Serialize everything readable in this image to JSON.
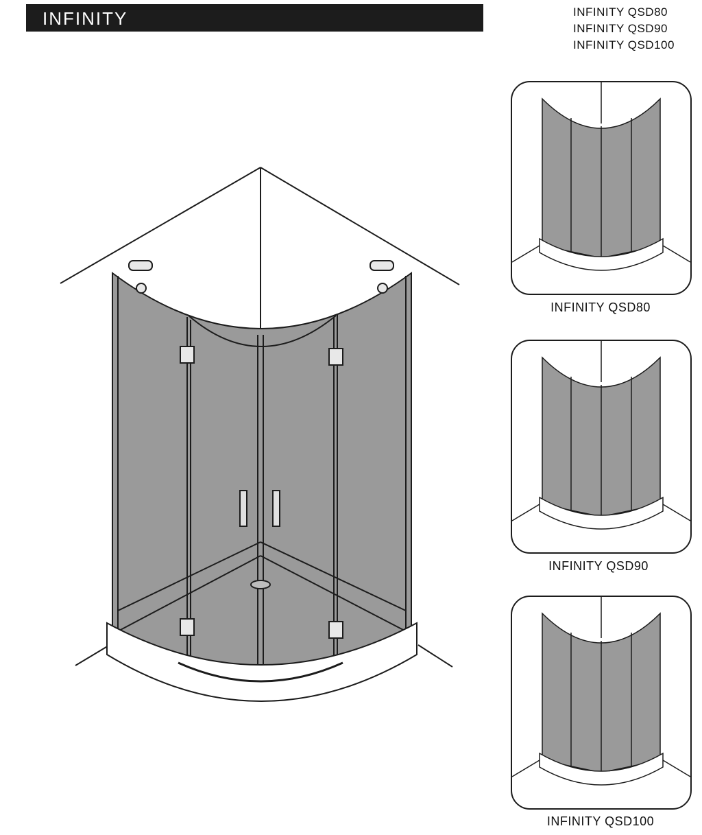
{
  "header": {
    "title": "INFINITY"
  },
  "models": [
    "INFINITY QSD80",
    "INFINITY QSD90",
    "INFINITY QSD100"
  ],
  "thumbnails": [
    {
      "caption": "INFINITY QSD80"
    },
    {
      "caption": "INFINITY QSD90"
    },
    {
      "caption": "INFINITY QSD100"
    }
  ],
  "colors": {
    "header_bg": "#1c1c1c",
    "glass": "#9a9a9a",
    "line": "#1c1c1c"
  }
}
